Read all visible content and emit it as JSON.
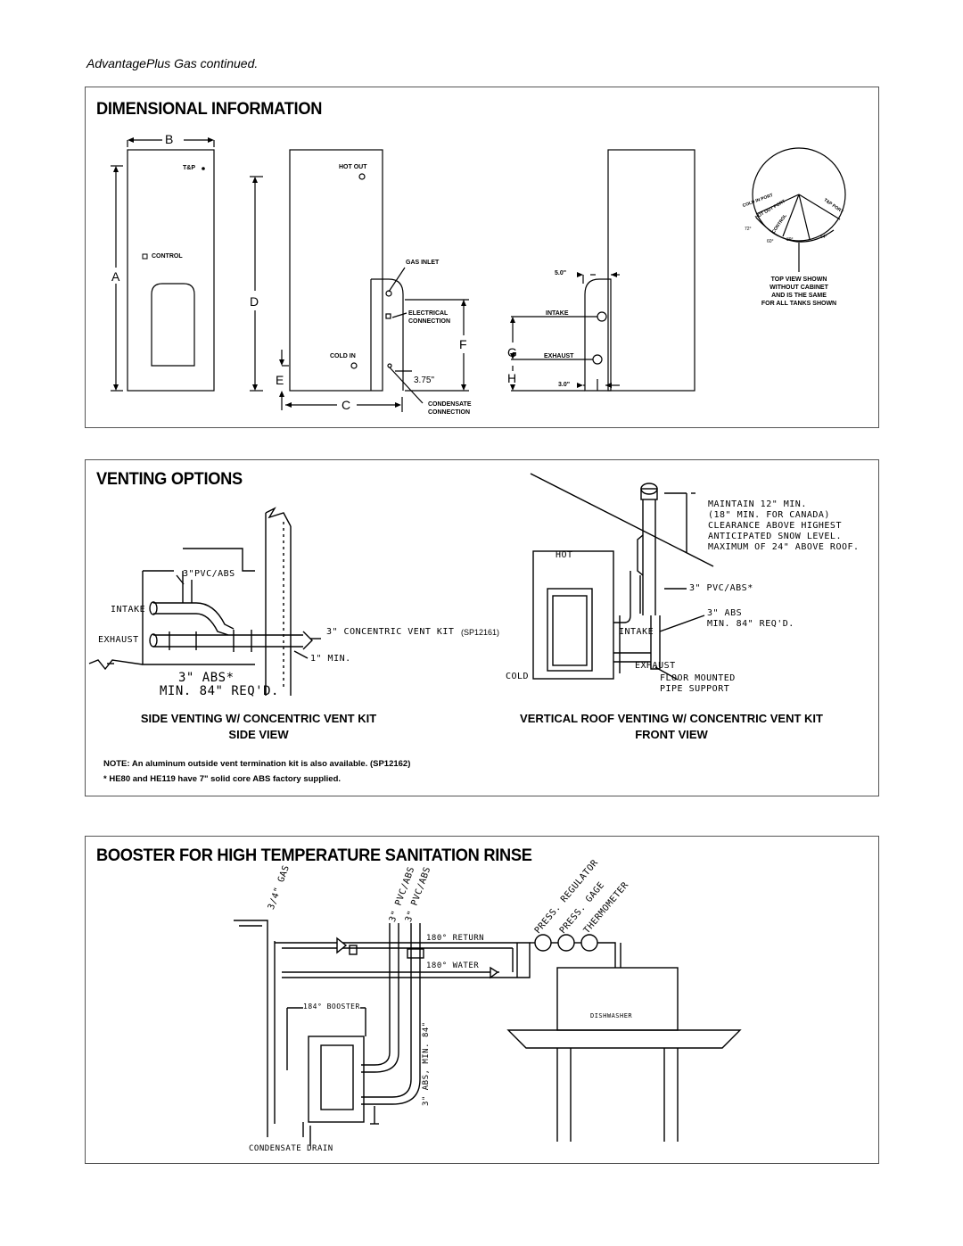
{
  "header": {
    "subtitle": "AdvantagePlus Gas continued."
  },
  "dimensional": {
    "title": "DIMENSIONAL INFORMATION",
    "dims": {
      "a": "A",
      "b": "B",
      "c": "C",
      "d": "D",
      "e": "E",
      "f": "F",
      "g": "G",
      "h": "H"
    },
    "labels": {
      "tp": "T&P",
      "control": "CONTROL",
      "hot_out": "HOT OUT",
      "gas_inlet": "GAS INLET",
      "electrical": "ELECTRICAL",
      "electrical2": "CONNECTION",
      "cold_in": "COLD IN",
      "dim_375": "3.75\"",
      "condensate": "CONDENSATE",
      "condensate2": "CONNECTION",
      "dim_50": "5.0\"",
      "intake": "INTAKE",
      "exhaust": "EXHAUST",
      "dim_30": "3.0\"",
      "top_view": [
        "TOP VIEW SHOWN",
        "WITHOUT CABINET",
        "AND IS THE SAME",
        "FOR ALL TANKS SHOWN"
      ],
      "ports": {
        "cold": "COLD IN PORT",
        "hot": "HOT OUT PORT",
        "tp": "T&P PORT",
        "control": "CONTROL"
      },
      "angles": {
        "a72": "72°",
        "a60": "60°",
        "a39": "39°",
        "a54": "54°"
      }
    }
  },
  "venting": {
    "title": "VENTING OPTIONS",
    "side": {
      "pvc": "3\"PVC/ABS",
      "intake": "INTAKE",
      "exhaust": "EXHAUST",
      "concentric": "3\" CONCENTRIC VENT KIT",
      "kit_no": "(SP12161)",
      "min1": "1\" MIN.",
      "abs": "3\" ABS*",
      "min84": "MIN. 84\" REQ'D."
    },
    "vertical": {
      "maintain": [
        "MAINTAIN 12\" MIN.",
        "(18\" MIN. FOR CANADA)",
        "CLEARANCE ABOVE HIGHEST",
        "ANTICIPATED SNOW LEVEL.",
        "MAXIMUM OF 24\" ABOVE ROOF."
      ],
      "hot": "HOT",
      "pvc": "3\" PVC/ABS*",
      "abs": "3\" ABS",
      "min84": "MIN. 84\" REQ'D.",
      "intake": "INTAKE",
      "exhaust": "EXHAUST",
      "cold": "COLD",
      "floor": [
        "FLOOR MOUNTED",
        "PIPE SUPPORT"
      ]
    },
    "captions": {
      "left1": "SIDE VENTING W/ CONCENTRIC VENT KIT",
      "left2": "SIDE VIEW",
      "right1": "VERTICAL ROOF VENTING W/ CONCENTRIC VENT KIT",
      "right2": "FRONT VIEW"
    },
    "notes": {
      "n1": "NOTE: An aluminum outside vent termination kit is also available. (SP12162)",
      "n2": "* HE80 and HE119 have 7\" solid core ABS factory supplied."
    }
  },
  "booster": {
    "title": "BOOSTER FOR HIGH TEMPERATURE SANITATION RINSE",
    "labels": {
      "gas": "3/4\" GAS",
      "pvc1": "3\" PVC/ABS",
      "pvc2": "3\" PVC/ABS",
      "regulator": "PRESS. REGULATOR",
      "gage": "PRESS. GAGE",
      "thermometer": "THERMOMETER",
      "return": "180° RETURN",
      "water": "180° WATER",
      "booster": "184° BOOSTER",
      "abs84": "3\" ABS, MIN. 84\"",
      "dishwasher": "DISHWASHER",
      "drain": "CONDENSATE DRAIN"
    }
  }
}
